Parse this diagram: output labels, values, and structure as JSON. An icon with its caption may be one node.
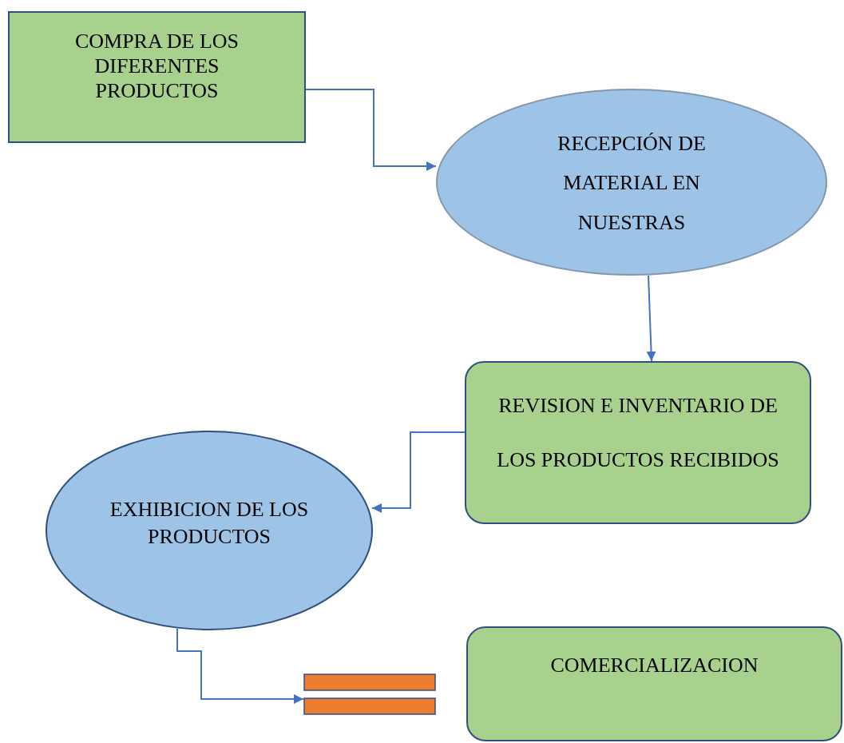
{
  "diagram": {
    "nodes": [
      {
        "text": [
          "COMPRA DE LOS DIFERENTES PRODUCTOS"
        ]
      },
      {
        "text": [
          "RECEPCIÓN DE MATERIAL EN NUESTRAS"
        ]
      },
      {
        "text": [
          "REVISION E INVENTARIO DE LOS PRODUCTOS RECIBIDOS"
        ]
      },
      {
        "text": [
          "EXHIBICION DE LOS PRODUCTOS"
        ]
      },
      {
        "text": [],
        "shape": "bar"
      },
      {
        "text": [
          "COMERCIALIZACION"
        ]
      }
    ],
    "edges": [
      {
        "from": 0,
        "to": 1,
        "arrow": "to"
      },
      {
        "from": 1,
        "to": 2,
        "arrow": "to"
      },
      {
        "from": 2,
        "to": 3,
        "arrow": "to"
      },
      {
        "from": 3,
        "to": 4,
        "arrow": "to"
      }
    ]
  }
}
